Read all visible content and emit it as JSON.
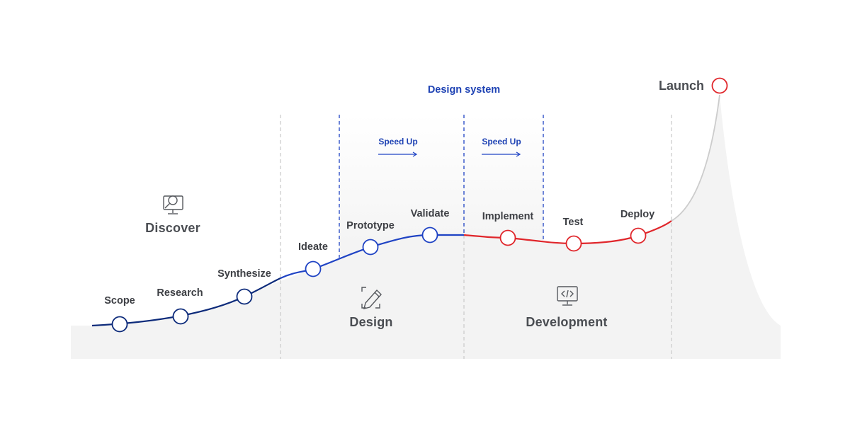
{
  "colors": {
    "dark_blue": "#0c2a7a",
    "blue": "#1f43c4",
    "red": "#e0262b",
    "gray_line": "#c9c9c9",
    "area_fill": "#f3f3f3",
    "text": "#3d3f44"
  },
  "stages": {
    "discover": {
      "label": "Discover",
      "icon": "monitor-search-icon"
    },
    "design": {
      "label": "Design",
      "icon": "pencil-edit-icon"
    },
    "development": {
      "label": "Development",
      "icon": "monitor-code-icon"
    }
  },
  "design_system": {
    "label": "Design system",
    "speed_ups": [
      "Speed Up",
      "Speed Up"
    ]
  },
  "steps": [
    {
      "label": "Scope",
      "phase": "discover"
    },
    {
      "label": "Research",
      "phase": "discover"
    },
    {
      "label": "Synthesize",
      "phase": "discover"
    },
    {
      "label": "Ideate",
      "phase": "design"
    },
    {
      "label": "Prototype",
      "phase": "design"
    },
    {
      "label": "Validate",
      "phase": "design"
    },
    {
      "label": "Implement",
      "phase": "development"
    },
    {
      "label": "Test",
      "phase": "development"
    },
    {
      "label": "Deploy",
      "phase": "development"
    }
  ],
  "launch": {
    "label": "Launch"
  }
}
